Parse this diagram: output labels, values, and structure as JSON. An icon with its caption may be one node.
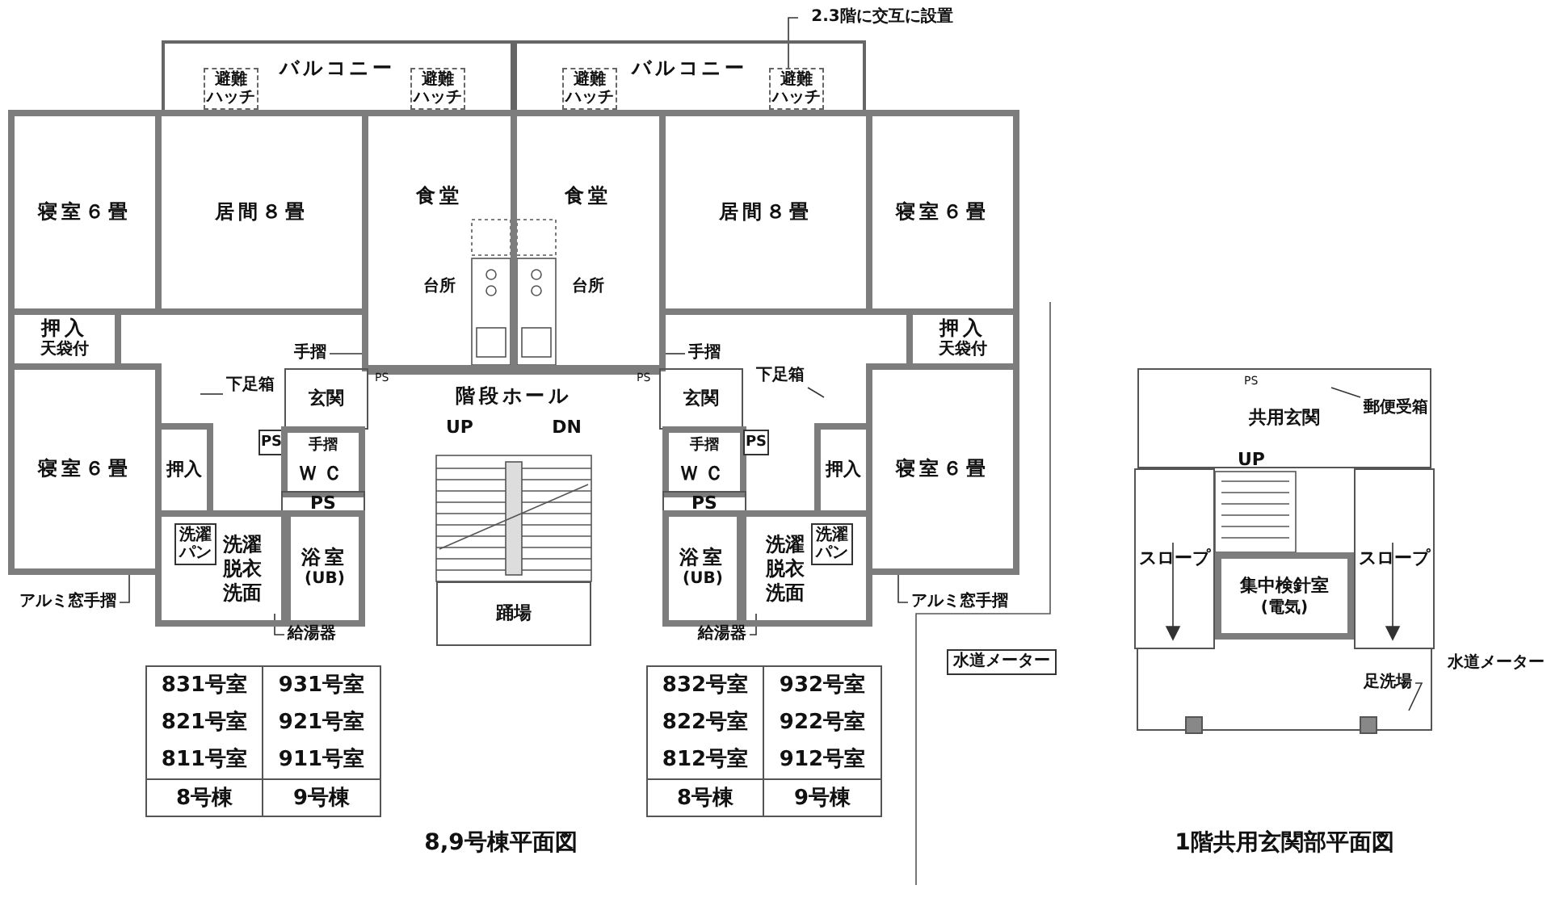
{
  "diagram": {
    "nodes": [
      {
        "text": [
          "バルコニー"
        ]
      },
      {
        "text": [
          "避難",
          "ハッチ"
        ],
        "in": 0
      },
      {
        "text": [
          "避難",
          "ハッチ"
        ],
        "in": 0
      },
      {
        "text": [
          "バルコニー"
        ]
      },
      {
        "text": [
          "避難",
          "ハッチ"
        ],
        "in": 3
      },
      {
        "text": [
          "避難",
          "ハッチ"
        ],
        "in": 3
      },
      {
        "text": [
          "寝室６畳"
        ]
      },
      {
        "text": [
          "居間８畳"
        ]
      },
      {
        "text": [
          "食堂",
          "台所"
        ]
      },
      {
        "text": [
          "食堂",
          "台所"
        ]
      },
      {
        "text": [
          "居間８畳"
        ]
      },
      {
        "text": [
          "寝室６畳"
        ]
      },
      {
        "text": [
          "押入",
          "天袋付"
        ]
      },
      {
        "text": [
          "押入",
          "天袋付"
        ]
      },
      {
        "text": [
          "手摺"
        ]
      },
      {
        "text": [
          "手摺"
        ]
      },
      {
        "text": [
          "玄関"
        ]
      },
      {
        "text": [
          "下足箱"
        ]
      },
      {
        "text": [
          "階段ホール",
          "UP",
          "DN"
        ]
      },
      {
        "text": [
          "下足箱"
        ]
      },
      {
        "text": [
          "玄関"
        ]
      },
      {
        "text": [
          "寝室６畳"
        ]
      },
      {
        "text": [
          "押入"
        ]
      },
      {
        "text": [
          "PS"
        ]
      },
      {
        "text": [
          "手摺",
          "ＷＣ"
        ]
      },
      {
        "text": [
          "手摺",
          "ＷＣ"
        ]
      },
      {
        "text": [
          "PS"
        ]
      },
      {
        "text": [
          "押入"
        ]
      },
      {
        "text": [
          "寝室６畳"
        ]
      },
      {
        "text": [
          "PS"
        ]
      },
      {
        "text": [
          "PS"
        ]
      },
      {
        "text": [
          "洗濯脱衣洗面"
        ]
      },
      {
        "text": [
          "洗濯パン"
        ],
        "in": 31
      },
      {
        "text": [
          "浴室",
          "(UB)"
        ]
      },
      {
        "text": [
          "浴室",
          "(UB)"
        ]
      },
      {
        "text": [
          "洗濯脱衣洗面"
        ]
      },
      {
        "text": [
          "洗濯パン"
        ],
        "in": 35
      },
      {
        "text": [
          "踊場"
        ]
      },
      {
        "text": [
          "アルミ窓手摺"
        ]
      },
      {
        "text": [
          "給湯器"
        ]
      },
      {
        "text": [
          "給湯器"
        ]
      },
      {
        "text": [
          "アルミ窓手摺"
        ]
      },
      {
        "text": [
          "2.3階に交互に設置"
        ]
      },
      {
        "text": [
          "共用玄関"
        ]
      },
      {
        "text": [
          "郵便受箱"
        ],
        "in": 43
      },
      {
        "text": [
          "スロープ"
        ]
      },
      {
        "text": [
          "スロープ"
        ]
      },
      {
        "text": [
          "集中検針室",
          "(電気)"
        ]
      },
      {
        "text": [
          "水道メーター"
        ]
      },
      {
        "text": [
          "足洗場"
        ]
      }
    ],
    "edges": [
      {
        "from": 14,
        "to": 8,
        "arrow": "none"
      },
      {
        "from": 15,
        "to": 9,
        "arrow": "none"
      },
      {
        "from": 17,
        "to": null,
        "arrow": "none"
      },
      {
        "from": 19,
        "to": null,
        "arrow": "none"
      },
      {
        "from": 38,
        "to": 21,
        "arrow": "none"
      },
      {
        "from": 41,
        "to": 28,
        "arrow": "none"
      },
      {
        "from": 39,
        "to": null,
        "arrow": "none"
      },
      {
        "from": 40,
        "to": null,
        "arrow": "none"
      },
      {
        "from": 42,
        "to": 5,
        "arrow": "none"
      },
      {
        "from": 44,
        "to": null,
        "arrow": "none"
      },
      {
        "from": 49,
        "to": null,
        "arrow": "none"
      }
    ],
    "labels": [
      "PS",
      "PS",
      "PS",
      "UP",
      "水道メーター",
      "831号室",
      "931号室",
      "821号室",
      "921号室",
      "811号室",
      "911号室",
      "8号棟",
      "9号棟",
      "832号室",
      "932号室",
      "822号室",
      "922号室",
      "812号室",
      "912号室",
      "8号棟",
      "9号棟",
      "8,9号棟平面図",
      "1階共用玄関部平面図"
    ]
  }
}
